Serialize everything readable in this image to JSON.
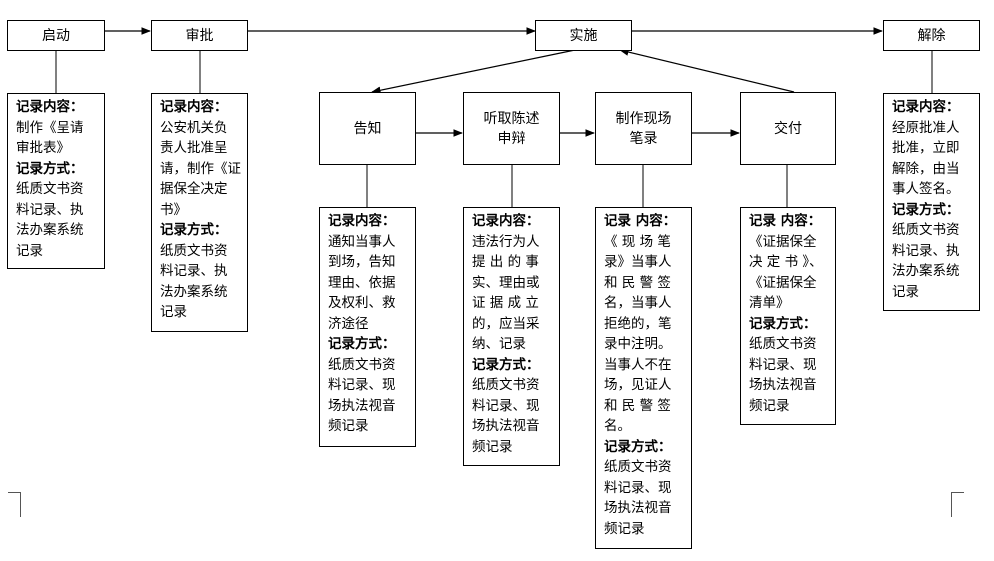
{
  "stages": {
    "qidong": "启动",
    "shenpi": "审批",
    "shishi": "实施",
    "jiechu": "解除",
    "gaozhi": "告知",
    "tingqu": "听取陈述\n申辩",
    "zhizuo": "制作现场\n笔录",
    "jiaofu": "交付"
  },
  "notes": {
    "qidong": [
      {
        "h": true,
        "t": "记录内容："
      },
      {
        "t": "制作《呈请"
      },
      {
        "t": "审批表》"
      },
      {
        "h": true,
        "t": "记录方式："
      },
      {
        "t": "纸质文书资"
      },
      {
        "t": "料记录、执"
      },
      {
        "t": "法办案系统"
      },
      {
        "t": "记录"
      }
    ],
    "shenpi": [
      {
        "h": true,
        "t": "记录内容："
      },
      {
        "t": "公安机关负"
      },
      {
        "t": "责人批准呈"
      },
      {
        "t": "请，制作《证"
      },
      {
        "t": "据保全决定"
      },
      {
        "t": "书》"
      },
      {
        "h": true,
        "t": "记录方式："
      },
      {
        "t": "纸质文书资"
      },
      {
        "t": "料记录、执"
      },
      {
        "t": "法办案系统"
      },
      {
        "t": "记录"
      }
    ],
    "gaozhi": [
      {
        "h": true,
        "t": "记录内容："
      },
      {
        "t": "通知当事人"
      },
      {
        "t": "到场，告知"
      },
      {
        "t": "理由、依据"
      },
      {
        "t": "及权利、救"
      },
      {
        "t": "济途径"
      },
      {
        "h": true,
        "t": "记录方式："
      },
      {
        "t": "纸质文书资"
      },
      {
        "t": "料记录、现"
      },
      {
        "t": "场执法视音"
      },
      {
        "t": "频记录"
      }
    ],
    "tingqu": [
      {
        "h": true,
        "t": "记录内容："
      },
      {
        "t": "违法行为人"
      },
      {
        "t": "提 出 的 事"
      },
      {
        "t": "实、理由或"
      },
      {
        "t": "证 据 成 立"
      },
      {
        "t": "的，应当采"
      },
      {
        "t": "纳、记录"
      },
      {
        "h": true,
        "t": "记录方式："
      },
      {
        "t": "纸质文书资"
      },
      {
        "t": "料记录、现"
      },
      {
        "t": "场执法视音"
      },
      {
        "t": "频记录"
      }
    ],
    "zhizuo": [
      {
        "h": true,
        "t": "记录 内容："
      },
      {
        "t": "《 现 场 笔"
      },
      {
        "t": "录》当事人"
      },
      {
        "t": "和 民 警 签"
      },
      {
        "t": "名，当事人"
      },
      {
        "t": "拒绝的，笔"
      },
      {
        "t": "录中注明。"
      },
      {
        "t": "当事人不在"
      },
      {
        "t": "场，见证人"
      },
      {
        "t": "和 民 警 签"
      },
      {
        "t": "名。"
      },
      {
        "h": true,
        "t": "记录方式："
      },
      {
        "t": "纸质文书资"
      },
      {
        "t": "料记录、现"
      },
      {
        "t": "场执法视音"
      },
      {
        "t": "频记录"
      }
    ],
    "jiaofu": [
      {
        "h": true,
        "t": "记录 内容："
      },
      {
        "t": "《证据保全"
      },
      {
        "t": "决 定 书 》、"
      },
      {
        "t": "《证据保全"
      },
      {
        "t": "清单》"
      },
      {
        "h": true,
        "t": "记录方式："
      },
      {
        "t": "纸质文书资"
      },
      {
        "t": "料记录、现"
      },
      {
        "t": "场执法视音"
      },
      {
        "t": "频记录"
      }
    ],
    "jiechu": [
      {
        "h": true,
        "t": "记录内容："
      },
      {
        "t": "经原批准人"
      },
      {
        "t": "批准，立即"
      },
      {
        "t": "解除，由当"
      },
      {
        "t": "事人签名。"
      },
      {
        "h": true,
        "t": "记录方式："
      },
      {
        "t": "纸质文书资"
      },
      {
        "t": "料记录、执"
      },
      {
        "t": "法办案系统"
      },
      {
        "t": "记录"
      }
    ]
  }
}
